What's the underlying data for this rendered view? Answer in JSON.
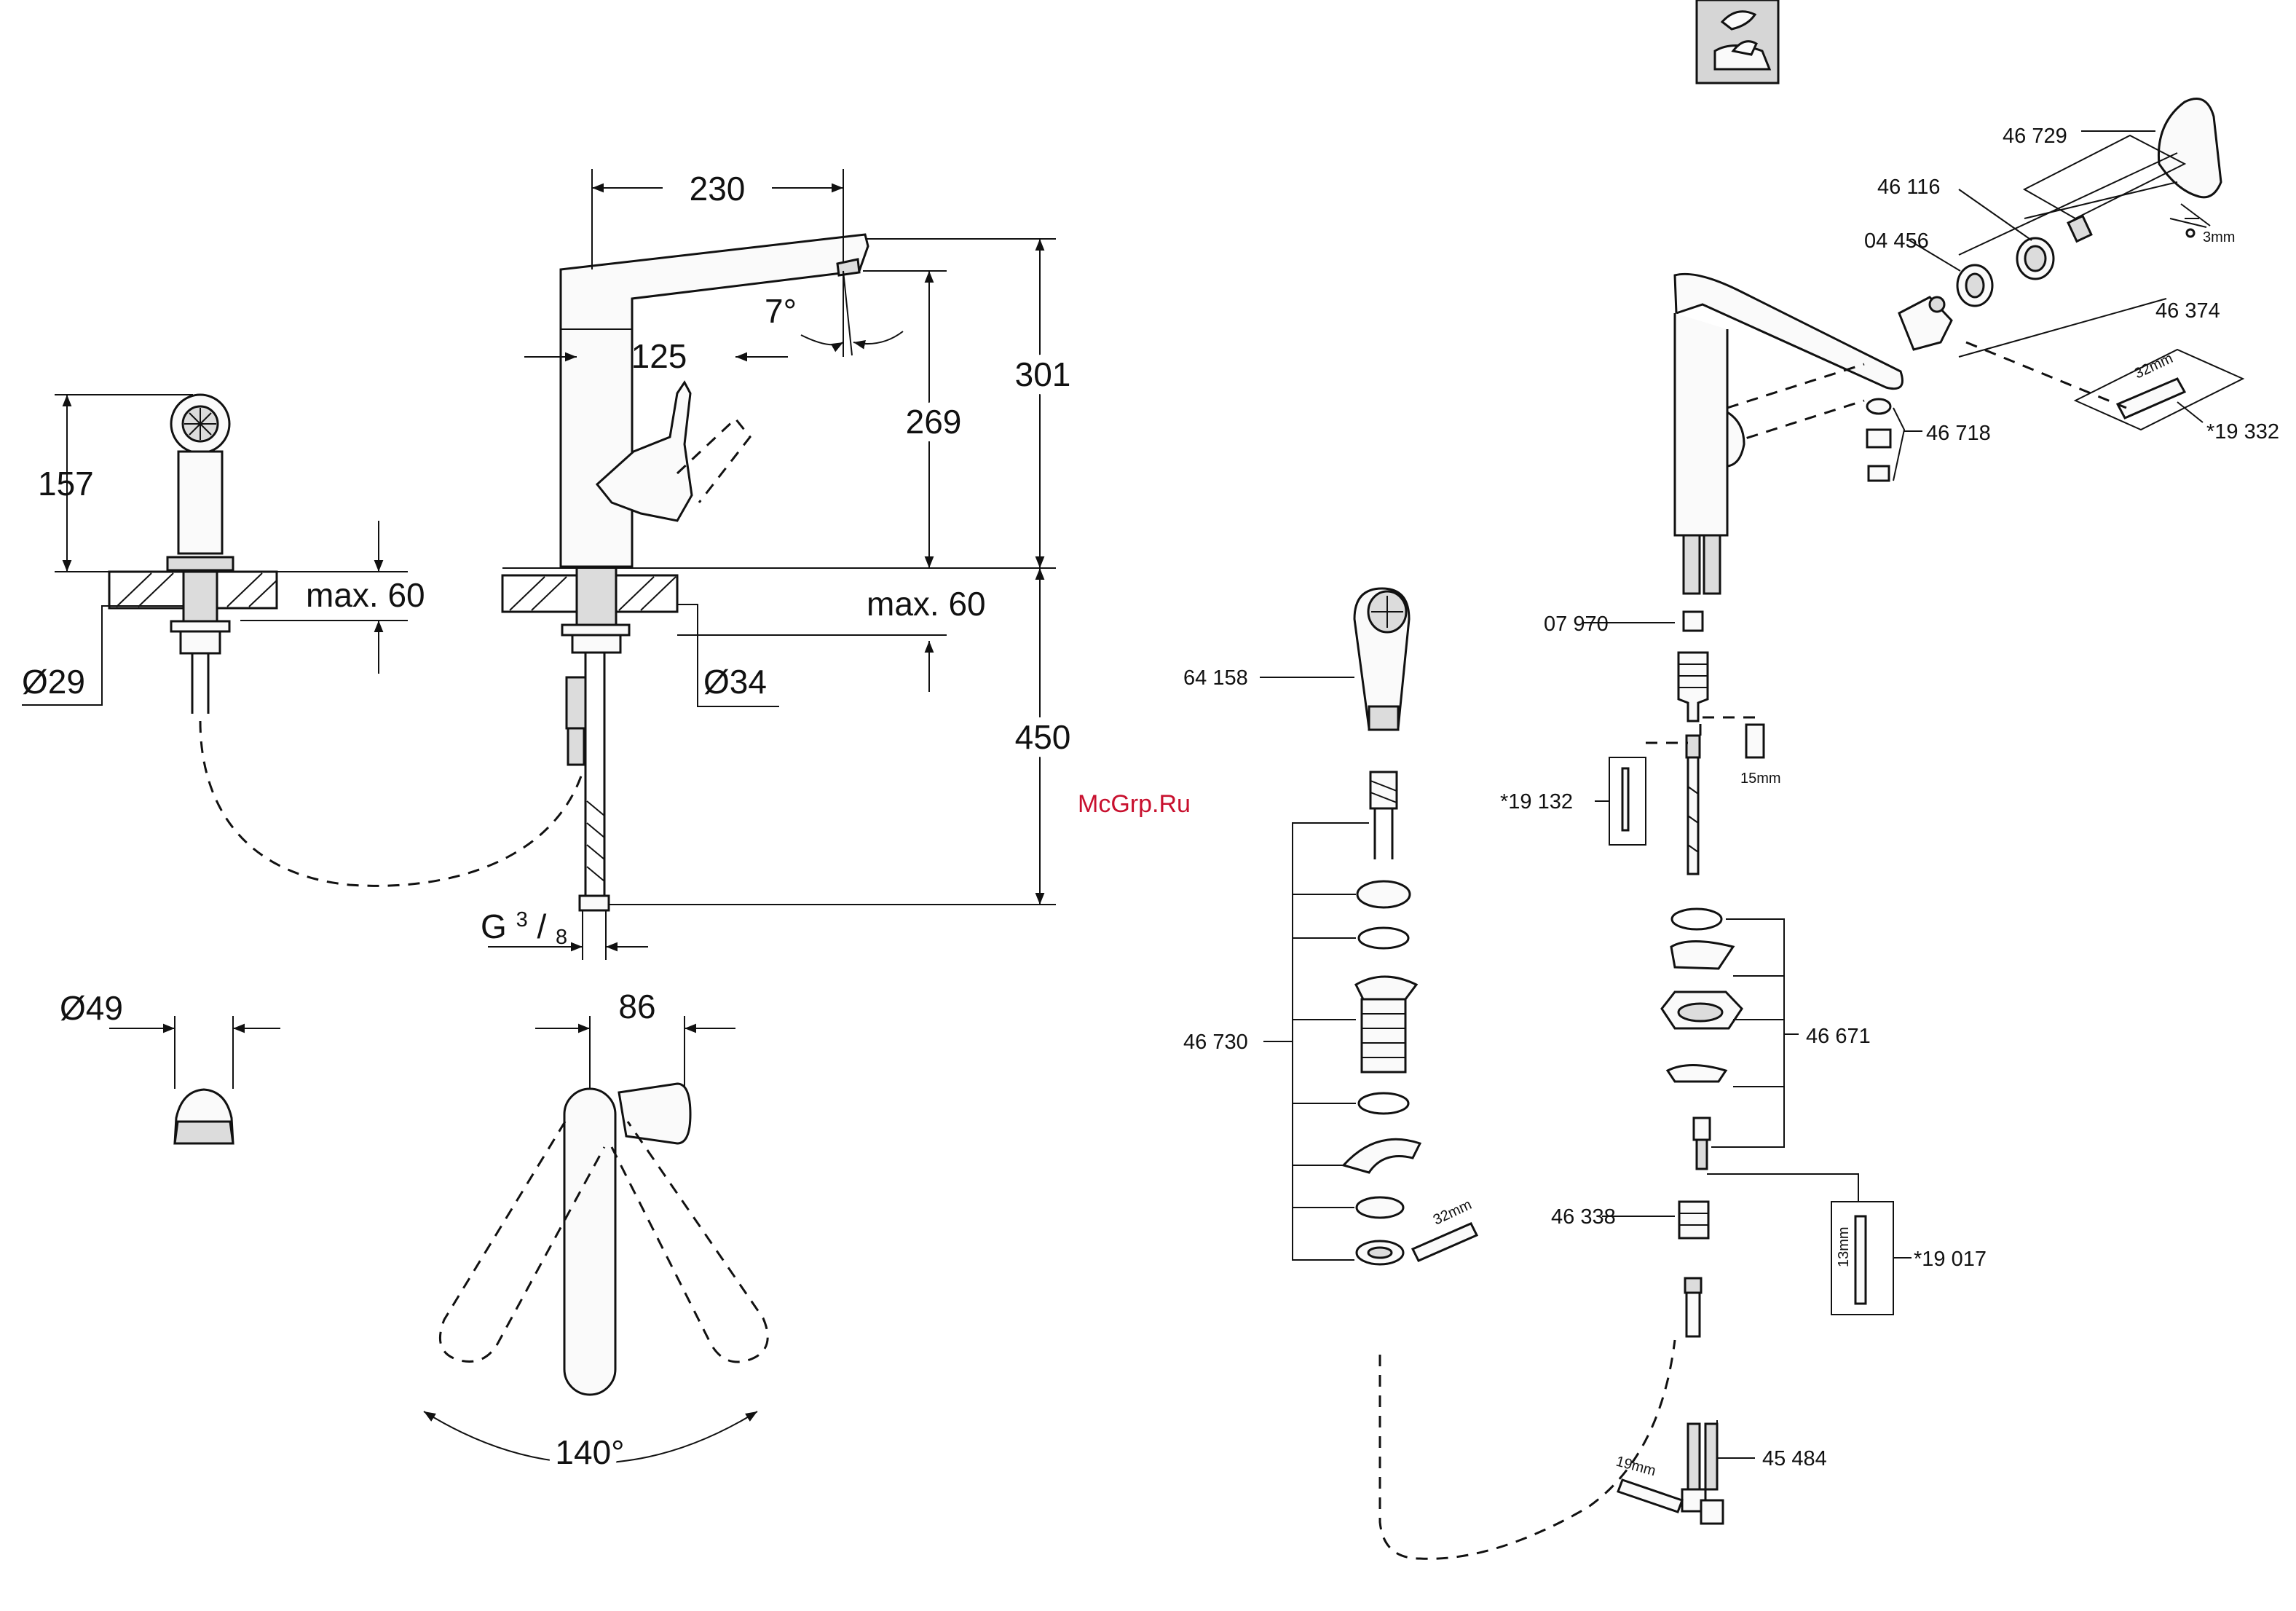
{
  "dimensions": {
    "spout_reach": "230",
    "spout_angle": "7°",
    "lever_offset": "125",
    "outlet_height": "269",
    "total_height": "301",
    "deck_thickness_tap": "max. 60",
    "deck_thickness_spray": "max. 60",
    "spray_height": "157",
    "spray_hole_dia": "Ø29",
    "tap_hole_dia": "Ø34",
    "hose_length": "450",
    "thread_g": "G",
    "thread_num": "3",
    "thread_den": "8",
    "spray_head_dia": "Ø49",
    "top_offset": "86",
    "swivel_angle": "140°"
  },
  "parts": {
    "lever": "46 729",
    "retaining_ring": "46 116",
    "cover_ring": "04 456",
    "cartridge": "46 374",
    "wrench_cartridge": "*19 332",
    "aerator": "46 718",
    "coupling": "07 970",
    "spray_head": "64 158",
    "spray_kit": "46 730",
    "extension_tool": "*19 132",
    "mounting_kit": "46 671",
    "connector": "46 338",
    "tool_13mm": "*19 017",
    "supply_hoses": "45 484"
  },
  "tool_sizes": {
    "hex_3": "3mm",
    "wrench_32_top": "32mm",
    "hex_15": "15mm",
    "wrench_32_bottom": "32mm",
    "size_13": "13mm",
    "wrench_19": "19mm"
  },
  "watermark": "McGrp.Ru",
  "icons": {
    "single_lever_mixer": "single-lever-mixer-icon"
  }
}
